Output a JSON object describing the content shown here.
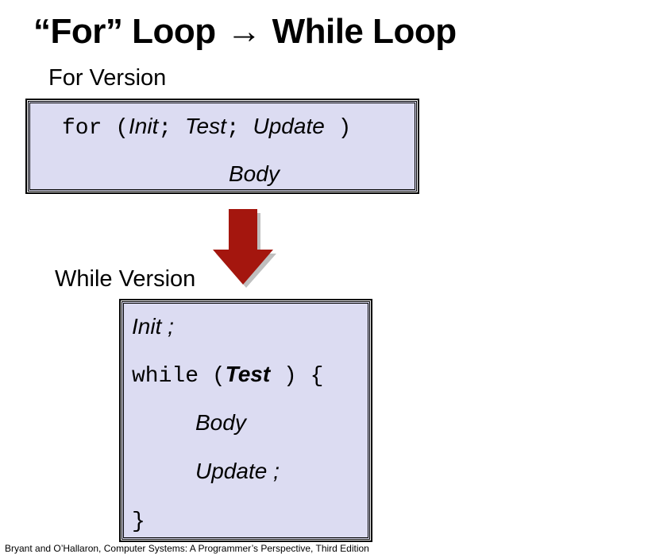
{
  "slide": {
    "title_left": "“For” Loop",
    "title_arrow": "→",
    "title_right": "While Loop",
    "for_label": "For Version",
    "while_label": "While Version",
    "footer": "Bryant and O’Hallaron, Computer Systems: A Programmer’s Perspective, Third Edition"
  },
  "for_code": {
    "keyword": "for",
    "open_paren": " (",
    "init": "Init",
    "sep1": "; ",
    "test": "Test",
    "sep2": "; ",
    "update": "Update",
    "close_paren": " )",
    "body": "Body"
  },
  "while_code": {
    "init": "Init",
    "init_semi": " ;",
    "keyword": "while",
    "open_paren": " (",
    "test": "Test",
    "close_paren": " ) {",
    "body": "Body",
    "update": "Update",
    "update_semi": " ;",
    "close_brace": "}"
  },
  "colors": {
    "box_fill": "#dcdcf2",
    "arrow_fill": "#a4160e",
    "arrow_shadow": "#8a8a8a"
  },
  "icons": {
    "down_arrow": "down-arrow-icon"
  }
}
